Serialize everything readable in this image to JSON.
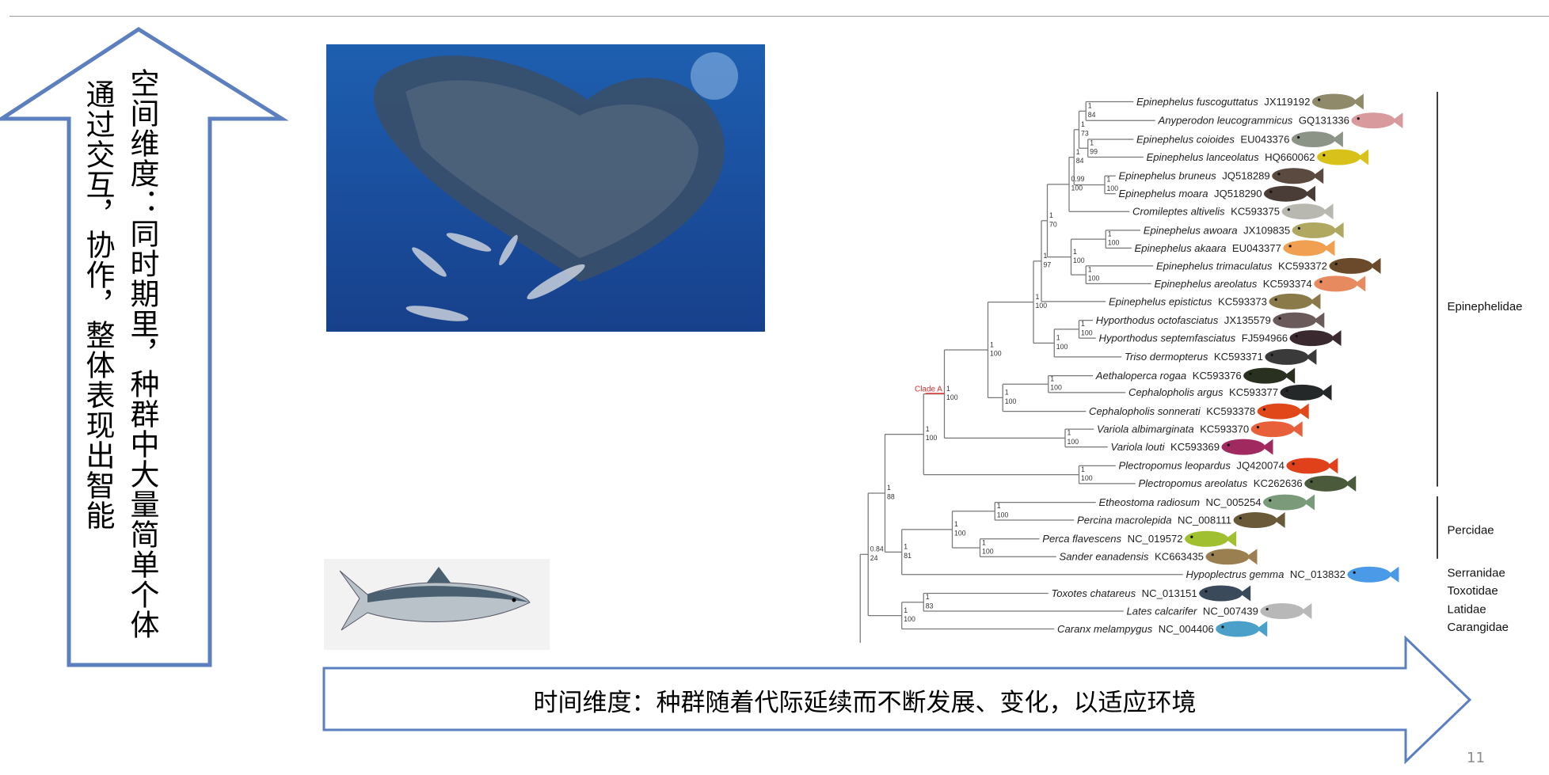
{
  "slide": {
    "page_number": "11",
    "spatial_text_col1": "空间维度：同时期里，种群中大量简单个体",
    "spatial_text_col2": "通过交互，协作，整体表现出智能",
    "temporal_text": "时间维度：种群随着代际延续而不断发展、变化，以适应环境",
    "arrow_color": "#5b7fbf"
  },
  "tree": {
    "clade_label": "Clade A",
    "clade_color": "#d9302c",
    "leaves": [
      {
        "species": "Epinephelus fuscoguttatus",
        "acc": "JX119192",
        "color": "#8f8a6a"
      },
      {
        "species": "Anyperodon leucogrammicus",
        "acc": "GQ131336",
        "color": "#d99a9e"
      },
      {
        "species": "Epinephelus coioides",
        "acc": "EU043376",
        "color": "#8c9488"
      },
      {
        "species": "Epinephelus lanceolatus",
        "acc": "HQ660062",
        "color": "#d8c21a"
      },
      {
        "species": "Epinephelus bruneus",
        "acc": "JQ518289",
        "color": "#5a4a40"
      },
      {
        "species": "Epinephelus moara",
        "acc": "JQ518290",
        "color": "#4a3c36"
      },
      {
        "species": "Cromileptes altivelis",
        "acc": "KC593375",
        "color": "#b8b8b0"
      },
      {
        "species": "Epinephelus awoara",
        "acc": "JX109835",
        "color": "#b0a860"
      },
      {
        "species": "Epinephelus akaara",
        "acc": "EU043377",
        "color": "#f0a050"
      },
      {
        "species": "Epinephelus trimaculatus",
        "acc": "KC593372",
        "color": "#6a4a2a"
      },
      {
        "species": "Epinephelus areolatus",
        "acc": "KC593374",
        "color": "#e88a60"
      },
      {
        "species": "Epinephelus epistictus",
        "acc": "KC593373",
        "color": "#8a7a4a"
      },
      {
        "species": "Hyporthodus octofasciatus",
        "acc": "JX135579",
        "color": "#6a5a5a"
      },
      {
        "species": "Hyporthodus septemfasciatus",
        "acc": "FJ594966",
        "color": "#3a2a30"
      },
      {
        "species": "Triso dermopterus",
        "acc": "KC593371",
        "color": "#3a3a3a"
      },
      {
        "species": "Aethaloperca rogaa",
        "acc": "KC593376",
        "color": "#2a3020"
      },
      {
        "species": "Cephalopholis argus",
        "acc": "KC593377",
        "color": "#252828"
      },
      {
        "species": "Cephalopholis sonnerati",
        "acc": "KC593378",
        "color": "#e0481a"
      },
      {
        "species": "Variola albimarginata",
        "acc": "KC593370",
        "color": "#e8603a"
      },
      {
        "species": "Variola louti",
        "acc": "KC593369",
        "color": "#a02a60"
      },
      {
        "species": "Plectropomus leopardus",
        "acc": "JQ420074",
        "color": "#e0401a"
      },
      {
        "species": "Plectropomus areolatus",
        "acc": "KC262636",
        "color": "#4a5a3a"
      },
      {
        "species": "Etheostoma radiosum",
        "acc": "NC_005254",
        "color": "#7a9a7a"
      },
      {
        "species": "Percina macrolepida",
        "acc": "NC_008111",
        "color": "#6a5a3a"
      },
      {
        "species": "Perca flavescens",
        "acc": "NC_019572",
        "color": "#a0c030"
      },
      {
        "species": "Sander eanadensis",
        "acc": "KC663435",
        "color": "#9a8050"
      },
      {
        "species": "Hypoplectrus gemma",
        "acc": "NC_013832",
        "color": "#4a9ae8"
      },
      {
        "species": "Toxotes chatareus",
        "acc": "NC_013151",
        "color": "#3a4a5a"
      },
      {
        "species": "Lates calcarifer",
        "acc": "NC_007439",
        "color": "#b8b8b8"
      },
      {
        "species": "Caranx melampygus",
        "acc": "NC_004406",
        "color": "#4aa0c8"
      }
    ],
    "node_support": {
      "n97": [
        "1",
        "84"
      ],
      "n99": [
        "1",
        "99"
      ],
      "n90": [
        "1",
        "73"
      ],
      "n85": [
        "1",
        "84"
      ],
      "n116": [
        "1",
        "100"
      ],
      "n80": [
        "0.99",
        "100"
      ],
      "n117": [
        "1",
        "100"
      ],
      "n97b": [
        "1",
        "100"
      ],
      "n82": [
        "1",
        "100"
      ],
      "n55": [
        "1",
        "70"
      ],
      "n52": [
        "1",
        "97"
      ],
      "n90b": [
        "1",
        "100"
      ],
      "n65": [
        "1",
        "100"
      ],
      "n44": [
        "1",
        "100"
      ],
      "n59": [
        "1",
        "100"
      ],
      "n13": [
        "1",
        "100"
      ],
      "n98": [
        "1",
        "100"
      ],
      "n76": [
        "1",
        "100"
      ],
      "n54": [
        "1",
        "100"
      ],
      "n90c": [
        "1",
        "100"
      ],
      "n33": [
        "1",
        "100"
      ],
      "n88a": [
        "1",
        "100"
      ],
      "n72": [
        "1",
        "100"
      ],
      "n70": [
        "1",
        "100"
      ],
      "n11": [
        "1",
        "81"
      ],
      "n94": [
        "1",
        "88"
      ],
      "n15": [
        "1",
        "83"
      ],
      "n09": [
        "1",
        "100"
      ],
      "n77": [
        "0.84",
        "24"
      ]
    },
    "families": [
      {
        "name": "Epinephelidae"
      },
      {
        "name": "Percidae"
      },
      {
        "name": "Serranidae"
      },
      {
        "name": "Toxotidae"
      },
      {
        "name": "Latidae"
      },
      {
        "name": "Carangidae"
      }
    ]
  }
}
